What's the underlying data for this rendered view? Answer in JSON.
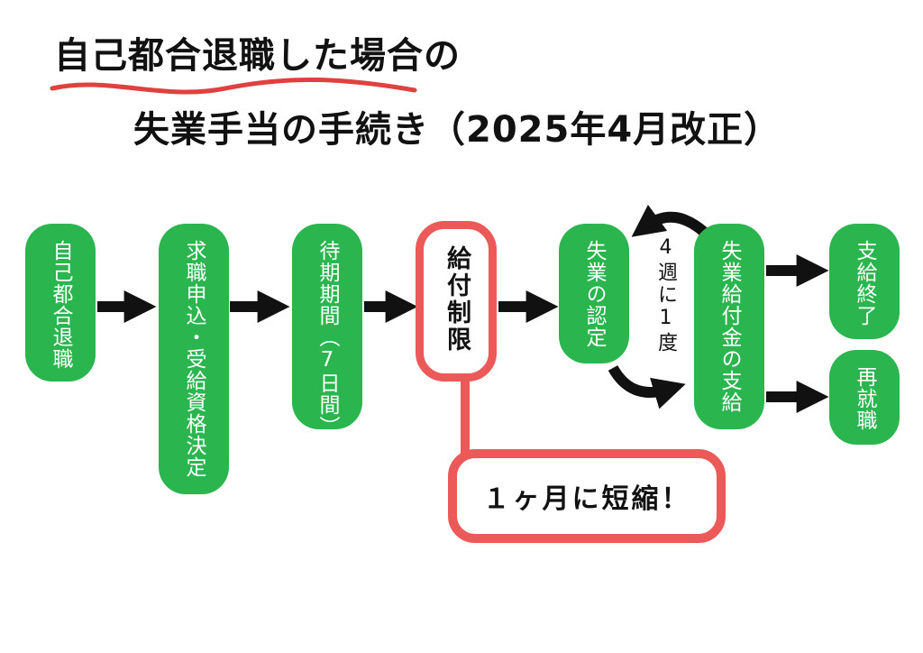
{
  "title": {
    "line1": "自己都合退職した場合の",
    "line2": "失業手当の手続き（2025年4月改正）"
  },
  "steps": {
    "resign": "自己都合退職",
    "apply": "求職申込・受給資格決定",
    "waiting": "待期期間（7日間）",
    "restriction": "給付制限",
    "certification": "失業の認定",
    "payment": "失業給付金の支給",
    "end": "支給終了",
    "reemploy": "再就職"
  },
  "cycle_label": "4週に1度",
  "callout": "１ヶ月に短縮！",
  "colors": {
    "green": "#2bb54e",
    "red": "#ec5959",
    "underline": "#e0413f",
    "arrow": "#111111"
  }
}
